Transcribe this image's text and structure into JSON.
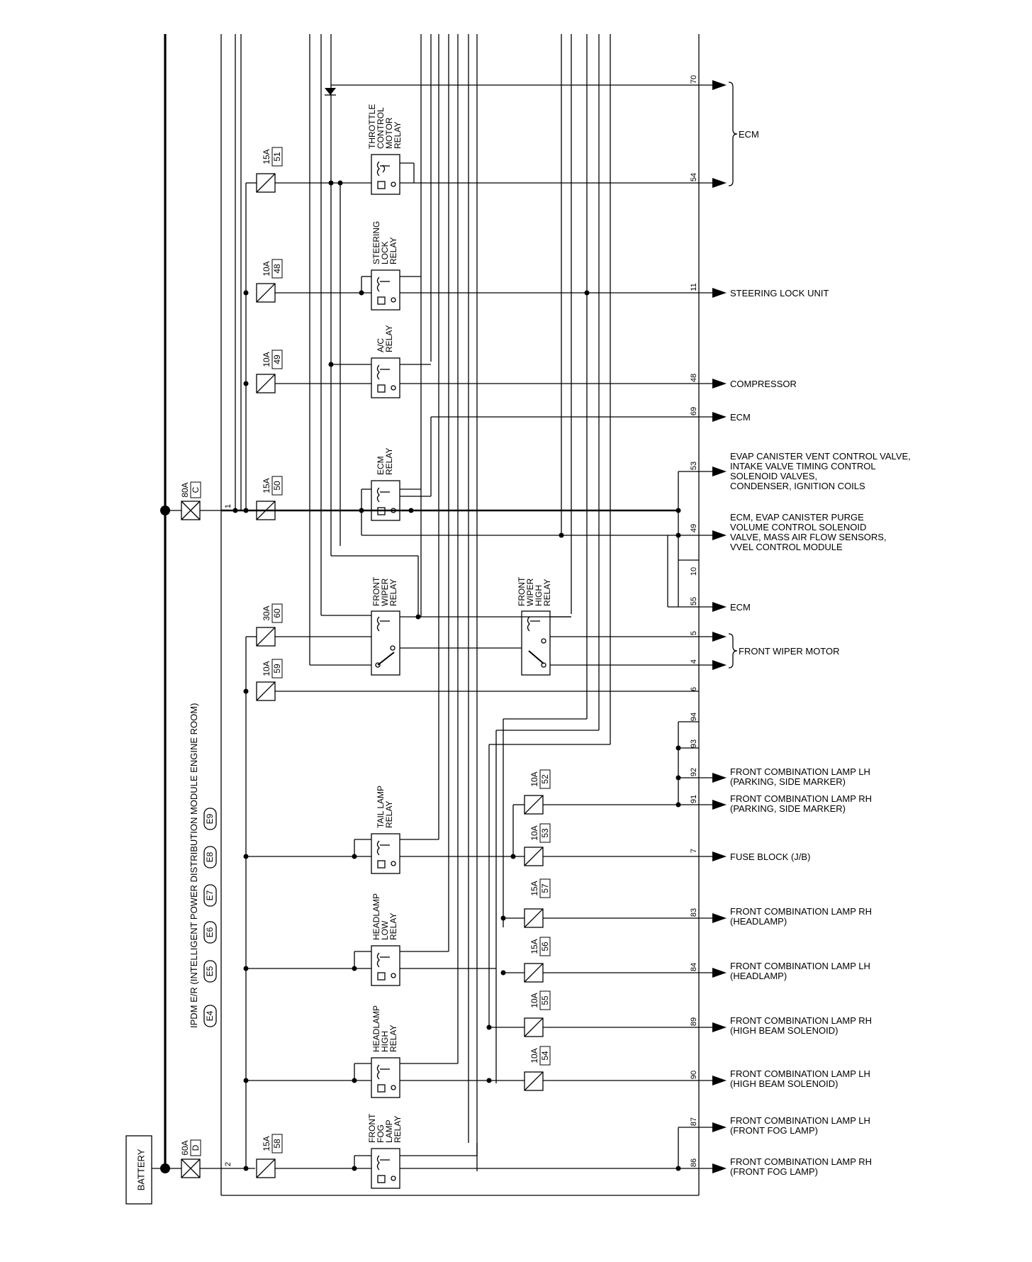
{
  "battery": "BATTERY",
  "module": {
    "name": "IPDM E/R (INTELLIGENT POWER DISTRIBUTION MODULE ENGINE ROOM)",
    "connectors": [
      "E4",
      "E5",
      "E6",
      "E7",
      "E8",
      "E9"
    ],
    "terminal_1": "1",
    "terminal_2": "2"
  },
  "fusible_links": [
    {
      "amp": "80A",
      "id": "C"
    },
    {
      "amp": "60A",
      "id": "D"
    }
  ],
  "fuses": [
    {
      "amp": "15A",
      "num": "51"
    },
    {
      "amp": "10A",
      "num": "48"
    },
    {
      "amp": "10A",
      "num": "49"
    },
    {
      "amp": "15A",
      "num": "50"
    },
    {
      "amp": "30A",
      "num": "60"
    },
    {
      "amp": "10A",
      "num": "59"
    },
    {
      "amp": "10A",
      "num": "52"
    },
    {
      "amp": "10A",
      "num": "53"
    },
    {
      "amp": "15A",
      "num": "57"
    },
    {
      "amp": "15A",
      "num": "56"
    },
    {
      "amp": "10A",
      "num": "55"
    },
    {
      "amp": "10A",
      "num": "54"
    },
    {
      "amp": "15A",
      "num": "58"
    }
  ],
  "relays": [
    {
      "lines": [
        "THROTTLE",
        "CONTROL",
        "MOTOR",
        "RELAY"
      ]
    },
    {
      "lines": [
        "STEERING",
        "LOCK",
        "RELAY"
      ]
    },
    {
      "lines": [
        "A/C",
        "RELAY"
      ]
    },
    {
      "lines": [
        "ECM",
        "RELAY"
      ]
    },
    {
      "lines": [
        "FRONT",
        "WIPER",
        "RELAY"
      ]
    },
    {
      "lines": [
        "FRONT",
        "WIPER",
        "HIGH",
        "RELAY"
      ]
    },
    {
      "lines": [
        "TAIL LAMP",
        "RELAY"
      ]
    },
    {
      "lines": [
        "HEADLAMP",
        "LOW",
        "RELAY"
      ]
    },
    {
      "lines": [
        "HEADLAMP",
        "HIGH",
        "RELAY"
      ]
    },
    {
      "lines": [
        "FRONT",
        "FOG",
        "LAMP",
        "RELAY"
      ]
    }
  ],
  "terminals": [
    "70",
    "54",
    "11",
    "48",
    "69",
    "53",
    "49",
    "10",
    "55",
    "5",
    "4",
    "6",
    "94",
    "93",
    "92",
    "91",
    "7",
    "83",
    "84",
    "89",
    "90",
    "87",
    "86"
  ],
  "destinations": [
    {
      "lines": [
        "ECM"
      ]
    },
    {
      "lines": [
        "STEERING LOCK UNIT"
      ]
    },
    {
      "lines": [
        "COMPRESSOR"
      ]
    },
    {
      "lines": [
        "ECM"
      ]
    },
    {
      "lines": [
        "EVAP CANISTER VENT CONTROL VALVE,",
        "INTAKE VALVE TIMING CONTROL",
        "SOLENOID VALVES,",
        "CONDENSER, IGNITION COILS"
      ]
    },
    {
      "lines": [
        "ECM, EVAP CANISTER PURGE",
        "VOLUME CONTROL SOLENOID",
        "VALVE, MASS AIR FLOW SENSORS,",
        "VVEL CONTROL MODULE"
      ]
    },
    {
      "lines": [
        "ECM"
      ]
    },
    {
      "lines": [
        "FRONT WIPER MOTOR"
      ]
    },
    {
      "lines": [
        "FRONT COMBINATION LAMP LH",
        "(PARKING, SIDE MARKER)"
      ]
    },
    {
      "lines": [
        "FRONT COMBINATION LAMP RH",
        "(PARKING, SIDE MARKER)"
      ]
    },
    {
      "lines": [
        "FUSE BLOCK (J/B)"
      ]
    },
    {
      "lines": [
        "FRONT COMBINATION LAMP RH",
        "(HEADLAMP)"
      ]
    },
    {
      "lines": [
        "FRONT COMBINATION LAMP LH",
        "(HEADLAMP)"
      ]
    },
    {
      "lines": [
        "FRONT COMBINATION LAMP RH",
        "(HIGH BEAM SOLENOID)"
      ]
    },
    {
      "lines": [
        "FRONT COMBINATION LAMP LH",
        "(HIGH BEAM SOLENOID)"
      ]
    },
    {
      "lines": [
        "FRONT COMBINATION LAMP LH",
        "(FRONT FOG LAMP)"
      ]
    },
    {
      "lines": [
        "FRONT COMBINATION LAMP RH",
        "(FRONT FOG LAMP)"
      ]
    }
  ]
}
